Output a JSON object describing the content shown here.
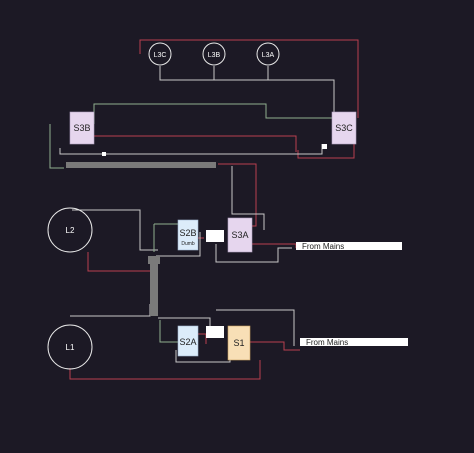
{
  "colors": {
    "background": "#1c1925",
    "wire_red": "#b8404e",
    "wire_grey": "#c8c8c8",
    "wire_green": "#8fae8f",
    "lamp_ring": "#e8e8e8",
    "s3_box": "#e6d6ee",
    "s2_box": "#dcecfa",
    "s1_box": "#f8dfb6",
    "bus": "#7a7a7a",
    "mains_bar": "#ffffff"
  },
  "lamps": {
    "l3c": "L3C",
    "l3b": "L3B",
    "l3a": "L3A",
    "l2": "L2",
    "l1": "L1"
  },
  "switches": {
    "s3b": "S3B",
    "s3c": "S3C",
    "s3a": "S3A",
    "s2b": "S2B",
    "s2b_sub": "Dumb",
    "s2a": "S2A",
    "s1": "S1"
  },
  "mains": {
    "top": "From Mains",
    "bottom": "From Mains"
  }
}
